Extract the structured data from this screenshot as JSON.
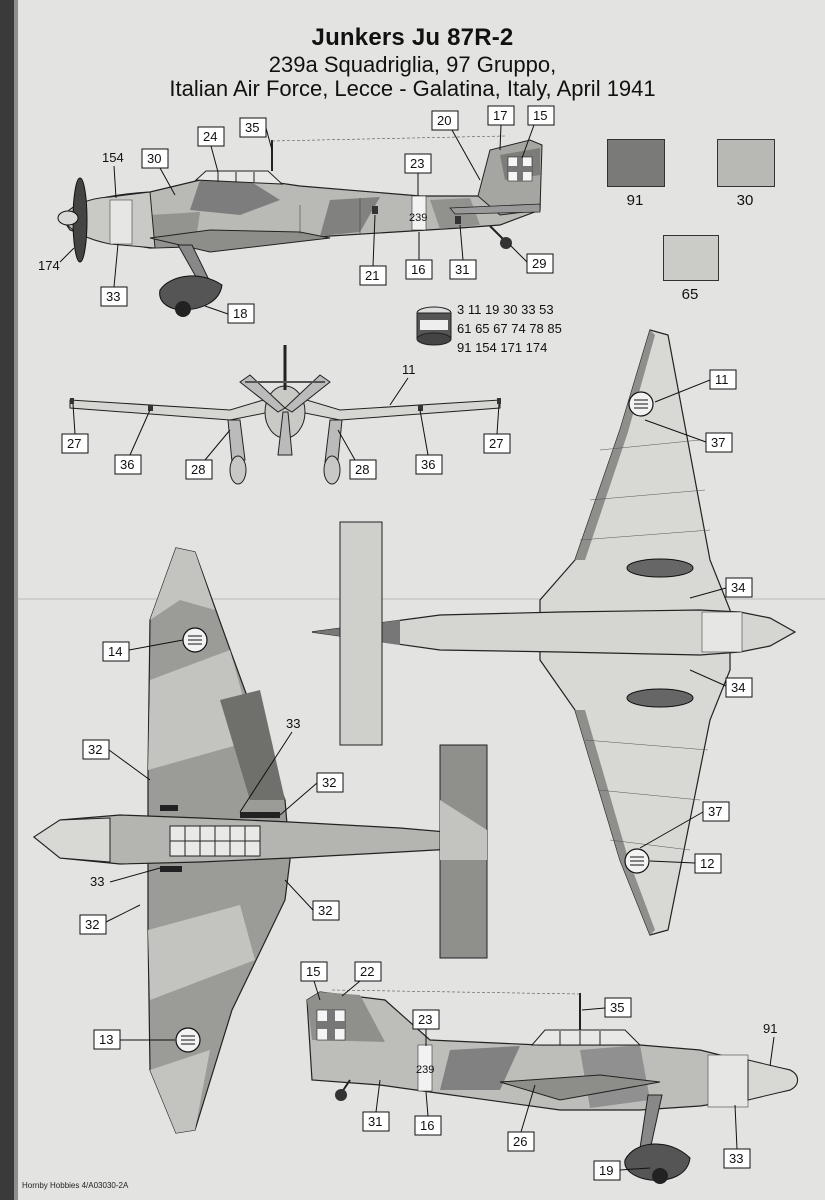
{
  "title": "Junkers Ju 87R-2",
  "subtitle_lines": [
    "239a Squadriglia, 97 Gruppo,",
    "Italian Air Force, Lecce - Galatina, Italy, April 1941"
  ],
  "swatches": [
    {
      "code": "91",
      "color": "#7a7a78"
    },
    {
      "code": "30",
      "color": "#b8b8b4"
    },
    {
      "code": "65",
      "color": "#cbcbc7"
    }
  ],
  "paint_codes": [
    "3 11 19 30 33 53",
    "61 65 67 74 78 85",
    "91 154 171 174"
  ],
  "fuselage_code": "239",
  "callouts": {
    "side_top": [
      "35",
      "24",
      "30",
      "154",
      "174",
      "33",
      "18",
      "21",
      "16",
      "31",
      "29",
      "23",
      "20",
      "17",
      "15"
    ],
    "front": [
      "11",
      "27",
      "36",
      "28",
      "28",
      "36",
      "27"
    ],
    "under": [
      "11",
      "37",
      "34",
      "34",
      "37",
      "12"
    ],
    "top": [
      "14",
      "33",
      "32",
      "32",
      "33",
      "32",
      "32",
      "13"
    ],
    "side_bottom": [
      "15",
      "22",
      "35",
      "91",
      "23",
      "31",
      "16",
      "26",
      "33",
      "19"
    ]
  },
  "footer": "Hornby Hobbies 4/A03030-2A"
}
